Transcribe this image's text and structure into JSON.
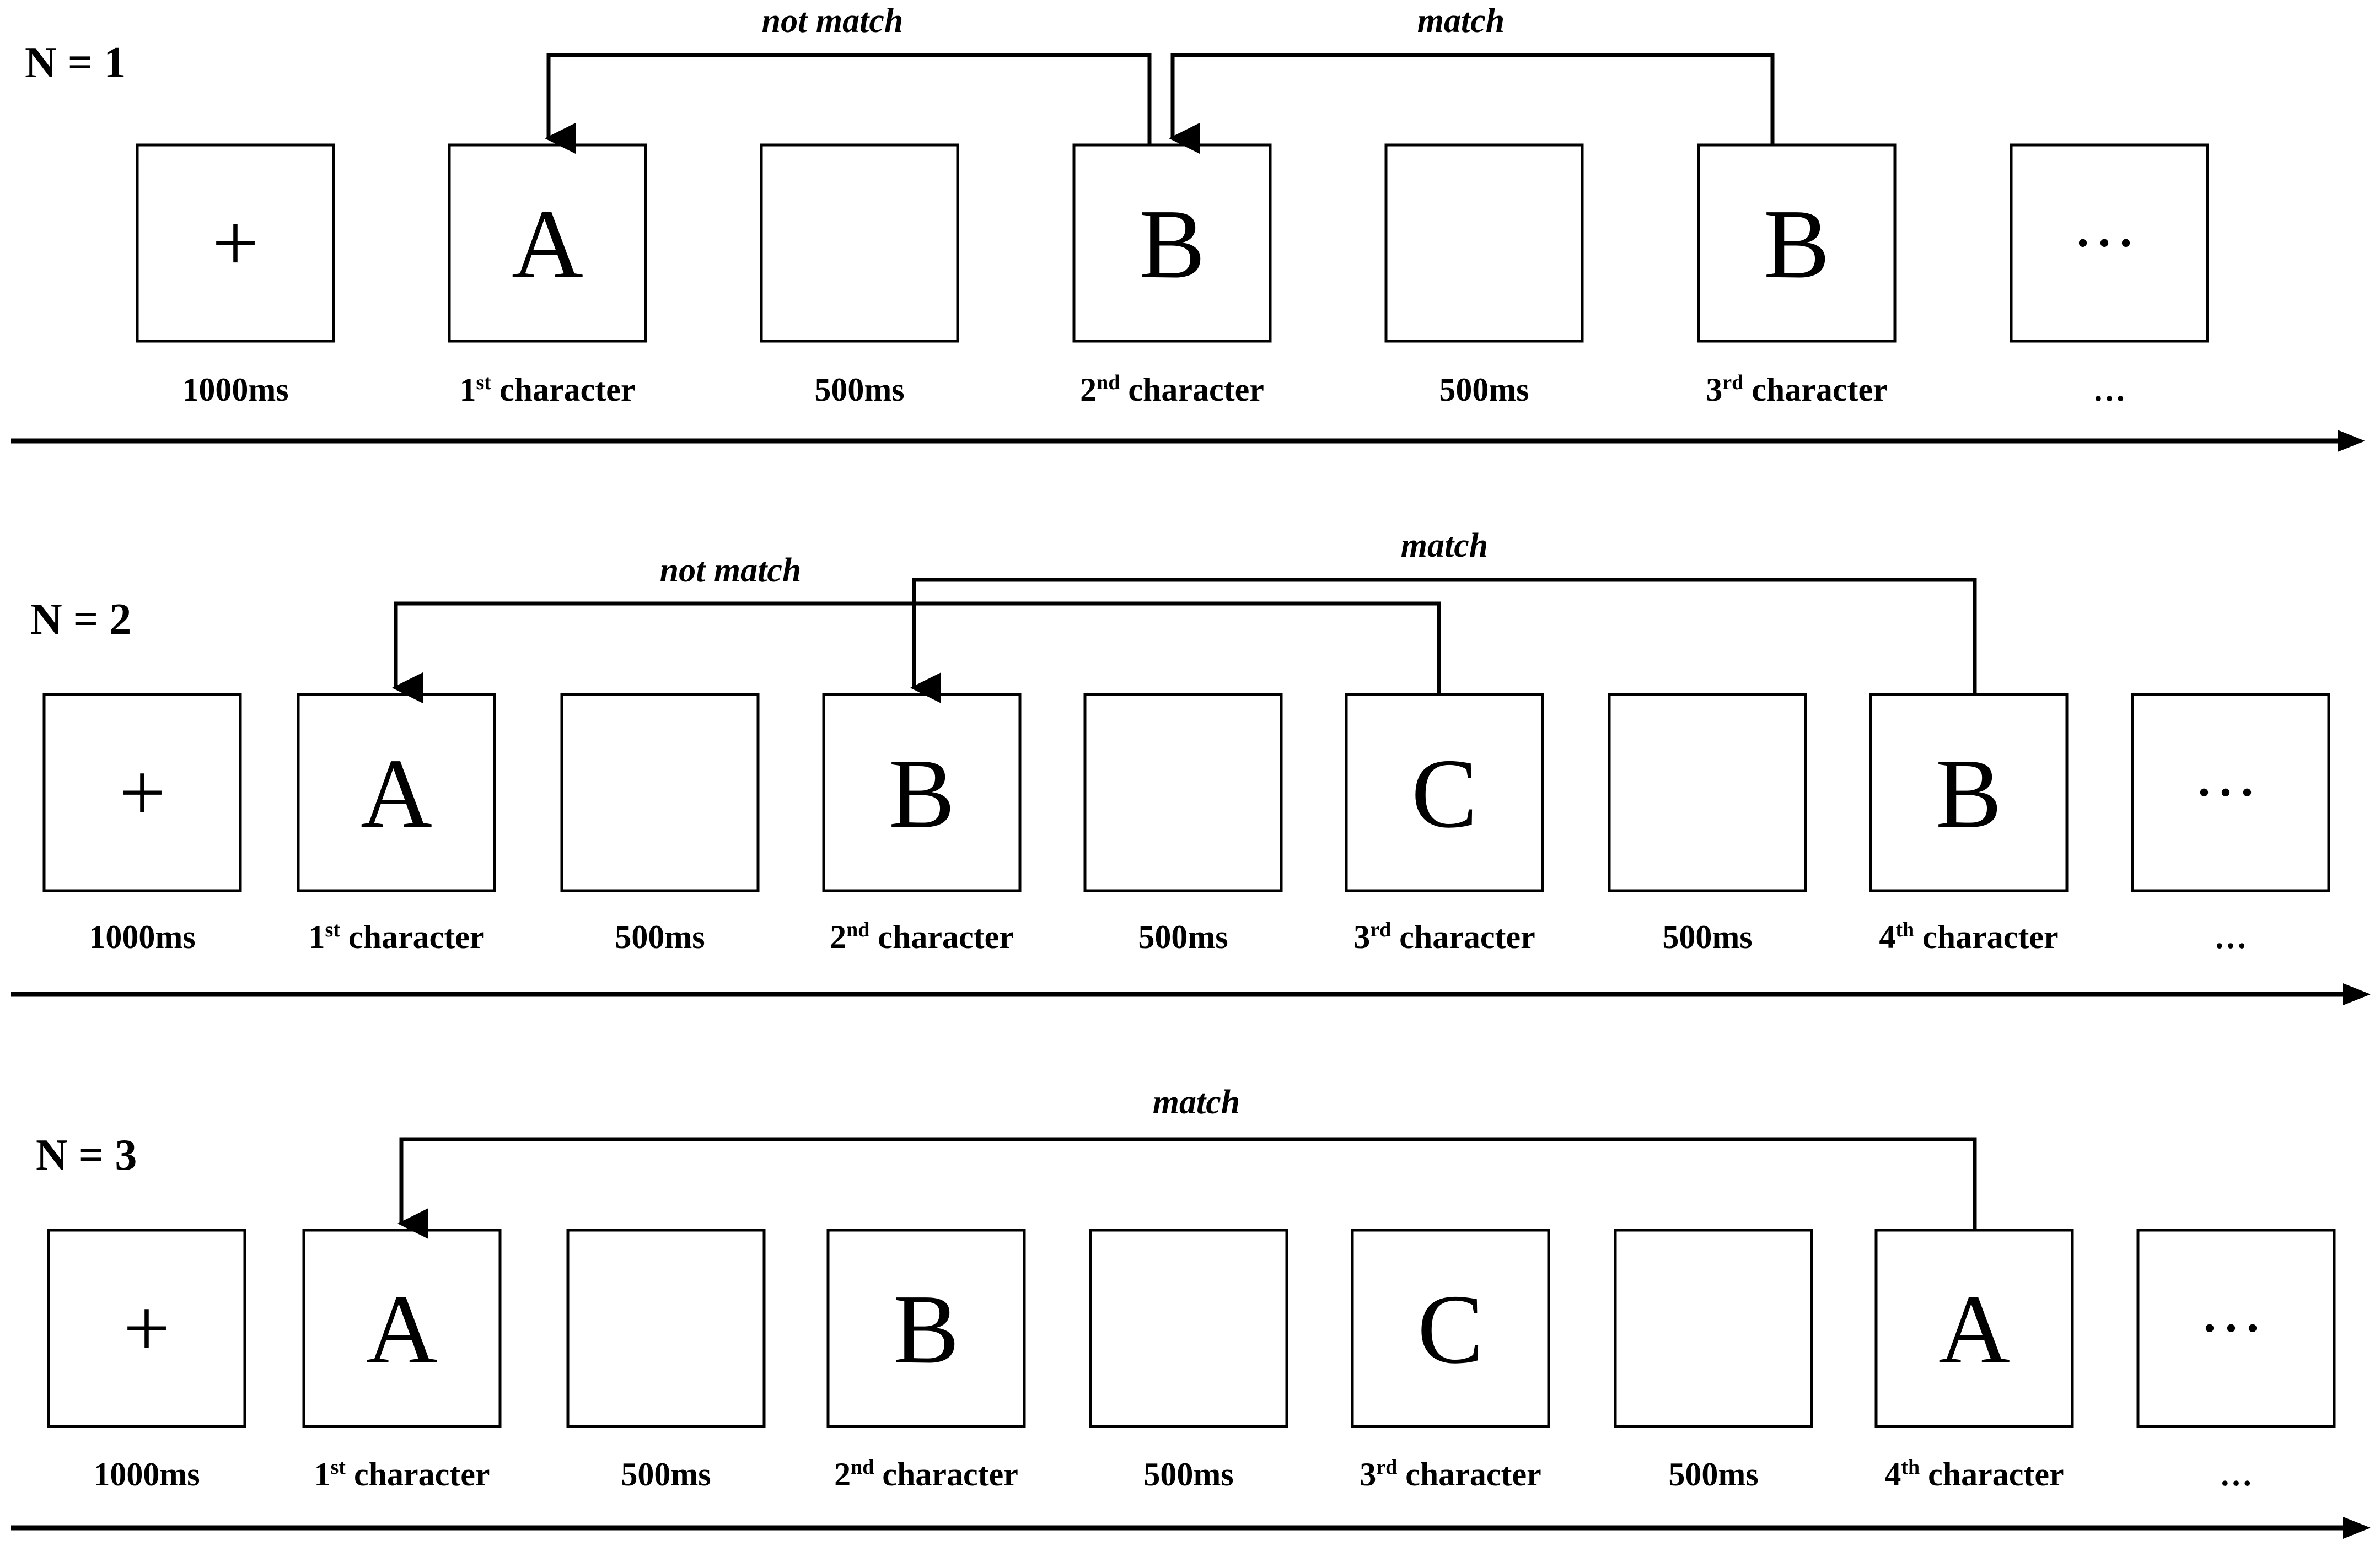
{
  "colors": {
    "stroke": "#000000",
    "background": "#ffffff"
  },
  "panels": [
    {
      "label": "N = 1",
      "frames": [
        {
          "glyph": "+",
          "caption": "1000ms"
        },
        {
          "glyph": "A",
          "caption": {
            "ordinal": "1",
            "suffix": "st",
            "text": " character"
          }
        },
        {
          "glyph": "",
          "caption": "500ms"
        },
        {
          "glyph": "B",
          "caption": {
            "ordinal": "2",
            "suffix": "nd",
            "text": " character"
          }
        },
        {
          "glyph": "",
          "caption": "500ms"
        },
        {
          "glyph": "B",
          "caption": {
            "ordinal": "3",
            "suffix": "rd",
            "text": " character"
          }
        },
        {
          "glyph": "•••",
          "caption": "…"
        }
      ],
      "links": [
        {
          "label": "not match",
          "from_frame": 3,
          "to_frame": 1
        },
        {
          "label": "match",
          "from_frame": 5,
          "to_frame": 3
        }
      ]
    },
    {
      "label": "N = 2",
      "frames": [
        {
          "glyph": "+",
          "caption": "1000ms"
        },
        {
          "glyph": "A",
          "caption": {
            "ordinal": "1",
            "suffix": "st",
            "text": " character"
          }
        },
        {
          "glyph": "",
          "caption": "500ms"
        },
        {
          "glyph": "B",
          "caption": {
            "ordinal": "2",
            "suffix": "nd",
            "text": " character"
          }
        },
        {
          "glyph": "",
          "caption": "500ms"
        },
        {
          "glyph": "C",
          "caption": {
            "ordinal": "3",
            "suffix": "rd",
            "text": " character"
          }
        },
        {
          "glyph": "",
          "caption": "500ms"
        },
        {
          "glyph": "B",
          "caption": {
            "ordinal": "4",
            "suffix": "th",
            "text": " character"
          }
        },
        {
          "glyph": "•••",
          "caption": "…"
        }
      ],
      "links": [
        {
          "label": "not match",
          "from_frame": 5,
          "to_frame": 1
        },
        {
          "label": "match",
          "from_frame": 7,
          "to_frame": 3
        }
      ]
    },
    {
      "label": "N = 3",
      "frames": [
        {
          "glyph": "+",
          "caption": "1000ms"
        },
        {
          "glyph": "A",
          "caption": {
            "ordinal": "1",
            "suffix": "st",
            "text": " character"
          }
        },
        {
          "glyph": "",
          "caption": "500ms"
        },
        {
          "glyph": "B",
          "caption": {
            "ordinal": "2",
            "suffix": "nd",
            "text": " character"
          }
        },
        {
          "glyph": "",
          "caption": "500ms"
        },
        {
          "glyph": "C",
          "caption": {
            "ordinal": "3",
            "suffix": "rd",
            "text": " character"
          }
        },
        {
          "glyph": "",
          "caption": "500ms"
        },
        {
          "glyph": "A",
          "caption": {
            "ordinal": "4",
            "suffix": "th",
            "text": " character"
          }
        },
        {
          "glyph": "•••",
          "caption": "…"
        }
      ],
      "links": [
        {
          "label": "match",
          "from_frame": 7,
          "to_frame": 1
        }
      ]
    }
  ]
}
